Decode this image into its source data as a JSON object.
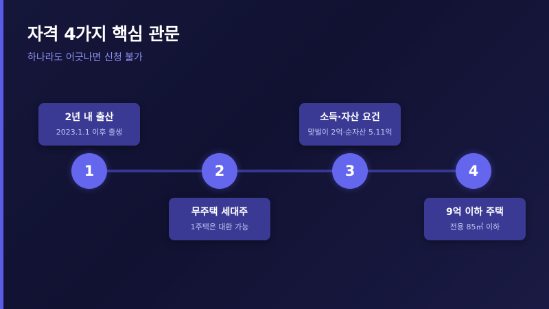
{
  "title": "자격 4가지 핵심 관문",
  "subtitle": "하나라도 어긋나면 신청 불가",
  "colors": {
    "background": "#131436",
    "accent": "#5b5bea",
    "node": "#6466ee",
    "card": "#3a3994",
    "line": "#373894",
    "subtitle": "#8e8ff2"
  },
  "steps": [
    {
      "number": "1",
      "title": "2년 내 출산",
      "desc": "2023.1.1 이후 출생"
    },
    {
      "number": "2",
      "title": "무주택 세대주",
      "desc": "1주택은 대환 가능"
    },
    {
      "number": "3",
      "title": "소득·자산 요건",
      "desc": "맞벌이 2억·순자산 5.11억"
    },
    {
      "number": "4",
      "title": "9억 이하 주택",
      "desc": "전용 85㎡ 이하"
    }
  ]
}
